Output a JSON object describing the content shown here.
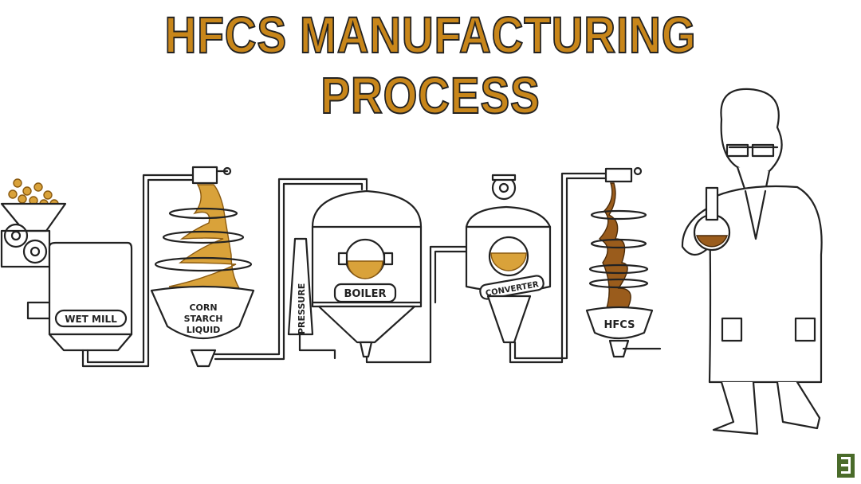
{
  "title": "HFCS MANUFACTURING PROCESS",
  "stages": {
    "wet_mill": "WET MILL",
    "corn_starch": [
      "CORN",
      "STARCH",
      "LIQUID"
    ],
    "pressure": "PRESSURE",
    "boiler": "BOILER",
    "converter": "CONVERTER",
    "hfcs": "HFCS"
  },
  "colors": {
    "title_fill": "#c8861a",
    "liquid": "#d9a23a",
    "hfcs_liquid": "#9a5c1c",
    "logo": "#4a6b2a"
  },
  "icons": {
    "logo": "corner-logo-icon"
  }
}
